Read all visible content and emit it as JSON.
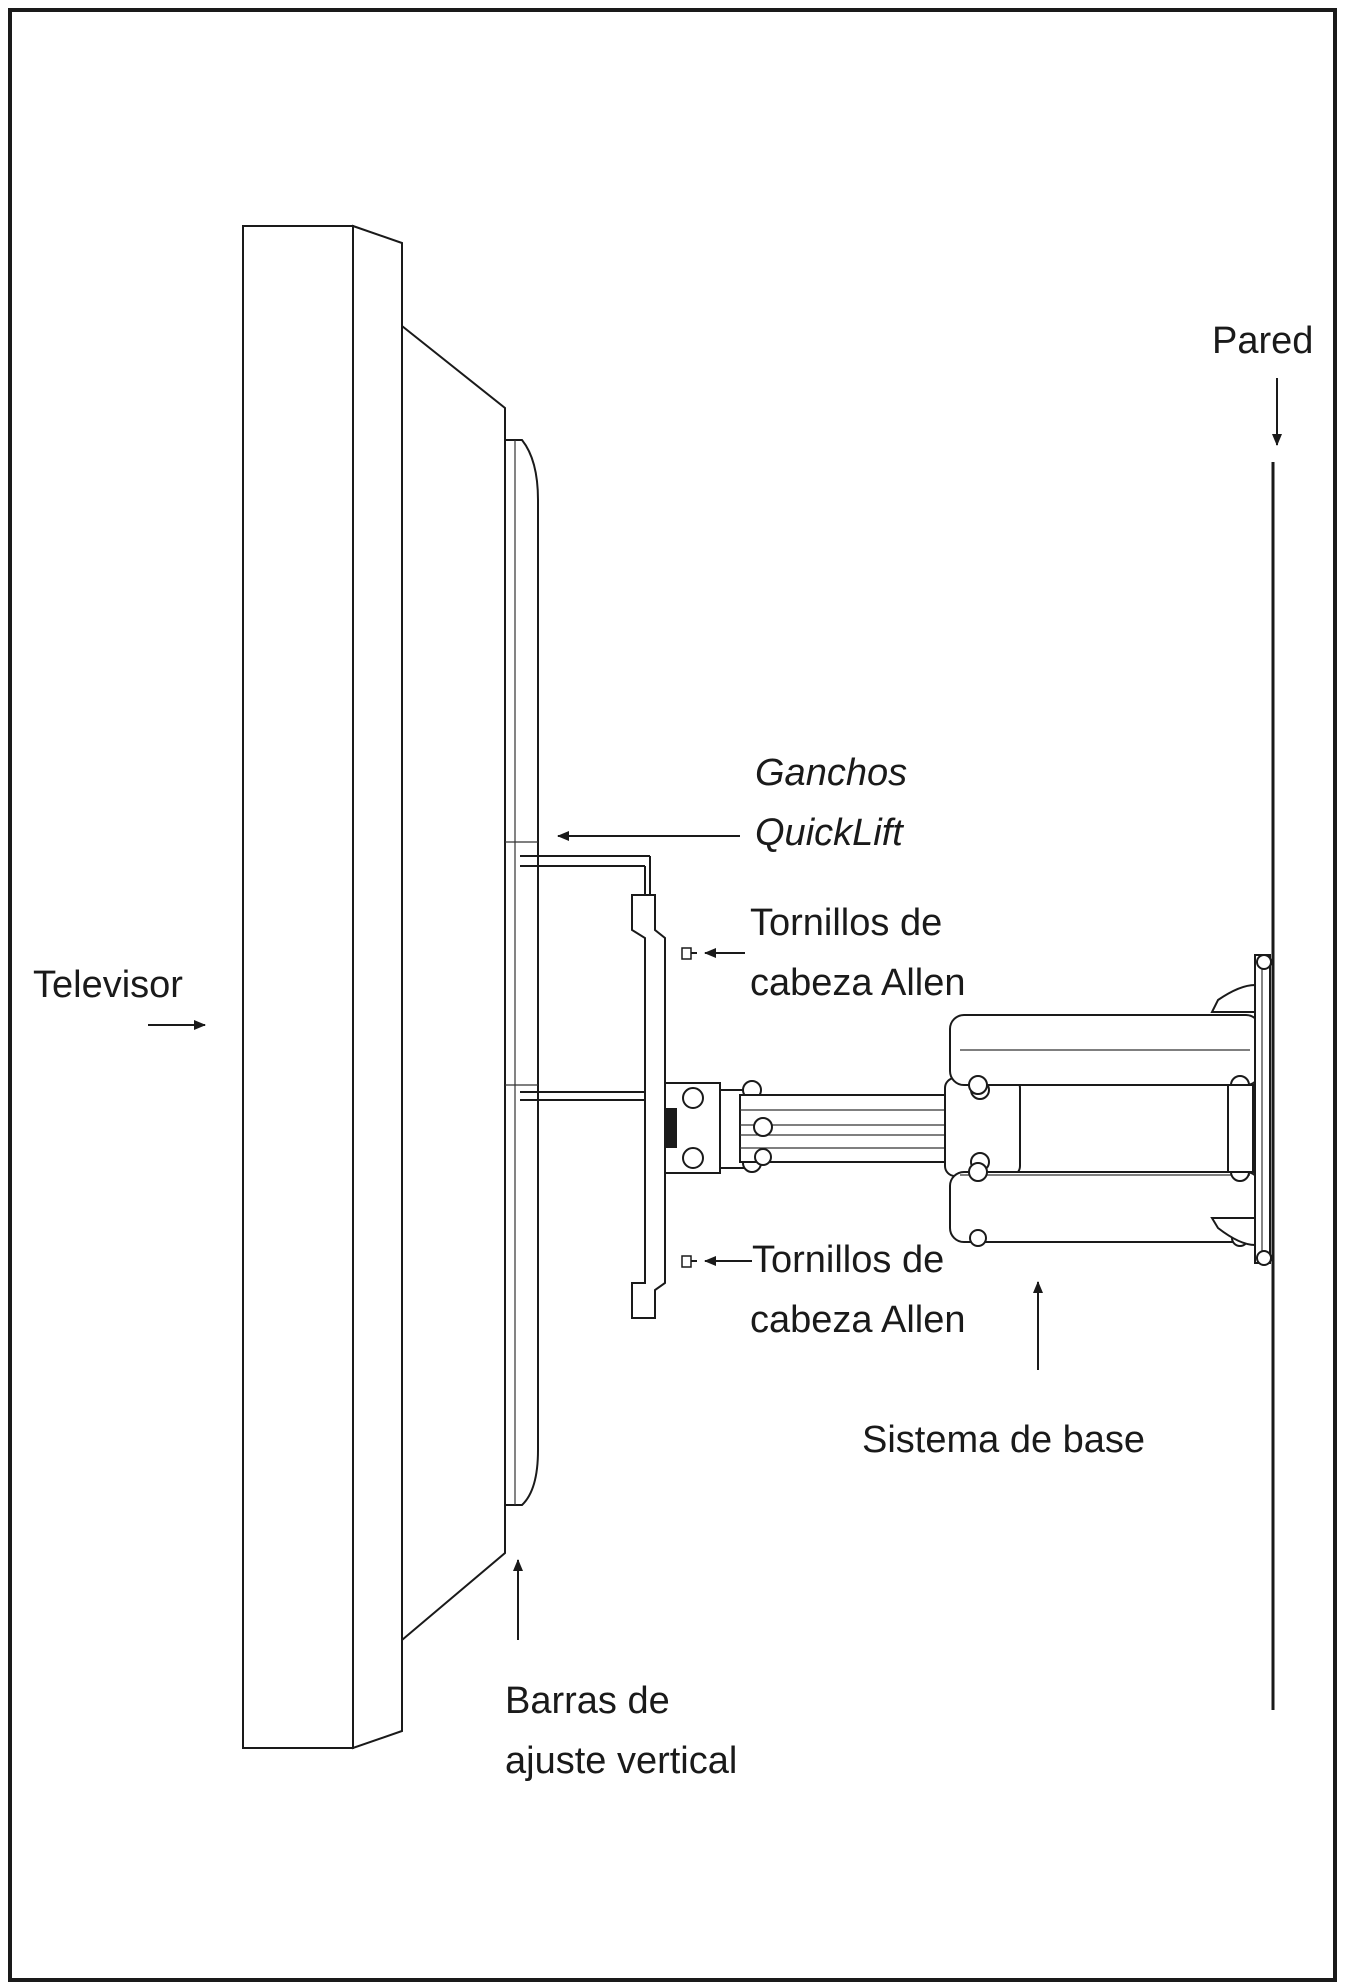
{
  "colors": {
    "ink": "#1a1a1a",
    "background": "#ffffff"
  },
  "labels": {
    "wall": "Pared",
    "tv": "Televisor",
    "hooks_line1": "Ganchos",
    "hooks_line2": "QuickLift",
    "screws_top_line1": "Tornillos de",
    "screws_top_line2": "cabeza Allen",
    "screws_bottom_line1": "Tornillos de",
    "screws_bottom_line2": "cabeza Allen",
    "base_system": "Sistema de base",
    "vertical_bars_line1": "Barras de",
    "vertical_bars_line2": "ajuste vertical"
  }
}
